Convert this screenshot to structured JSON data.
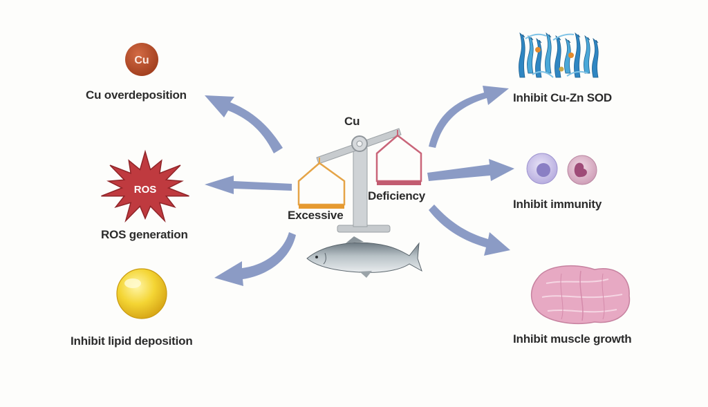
{
  "center": {
    "element": "Cu",
    "excessive": "Excessive",
    "deficiency": "Deficiency"
  },
  "icons": {
    "cu_symbol": "Cu",
    "ros_symbol": "ROS"
  },
  "effects_excessive": [
    "Cu overdeposition",
    "ROS generation",
    "Inhibit lipid deposition"
  ],
  "effects_deficiency": [
    "Inhibit Cu-Zn SOD",
    "Inhibit immunity",
    "Inhibit muscle growth"
  ],
  "colors": {
    "arrow": "#8596c2",
    "cu_circle": "#b84e2d",
    "ros_star": "#bf3a3f",
    "lipid": "#f2d22e",
    "excessive_pan": "#e6a64a",
    "deficiency_pan": "#c9687a",
    "balance": "#bfc3c7",
    "muscle": "#e4a6c0"
  }
}
